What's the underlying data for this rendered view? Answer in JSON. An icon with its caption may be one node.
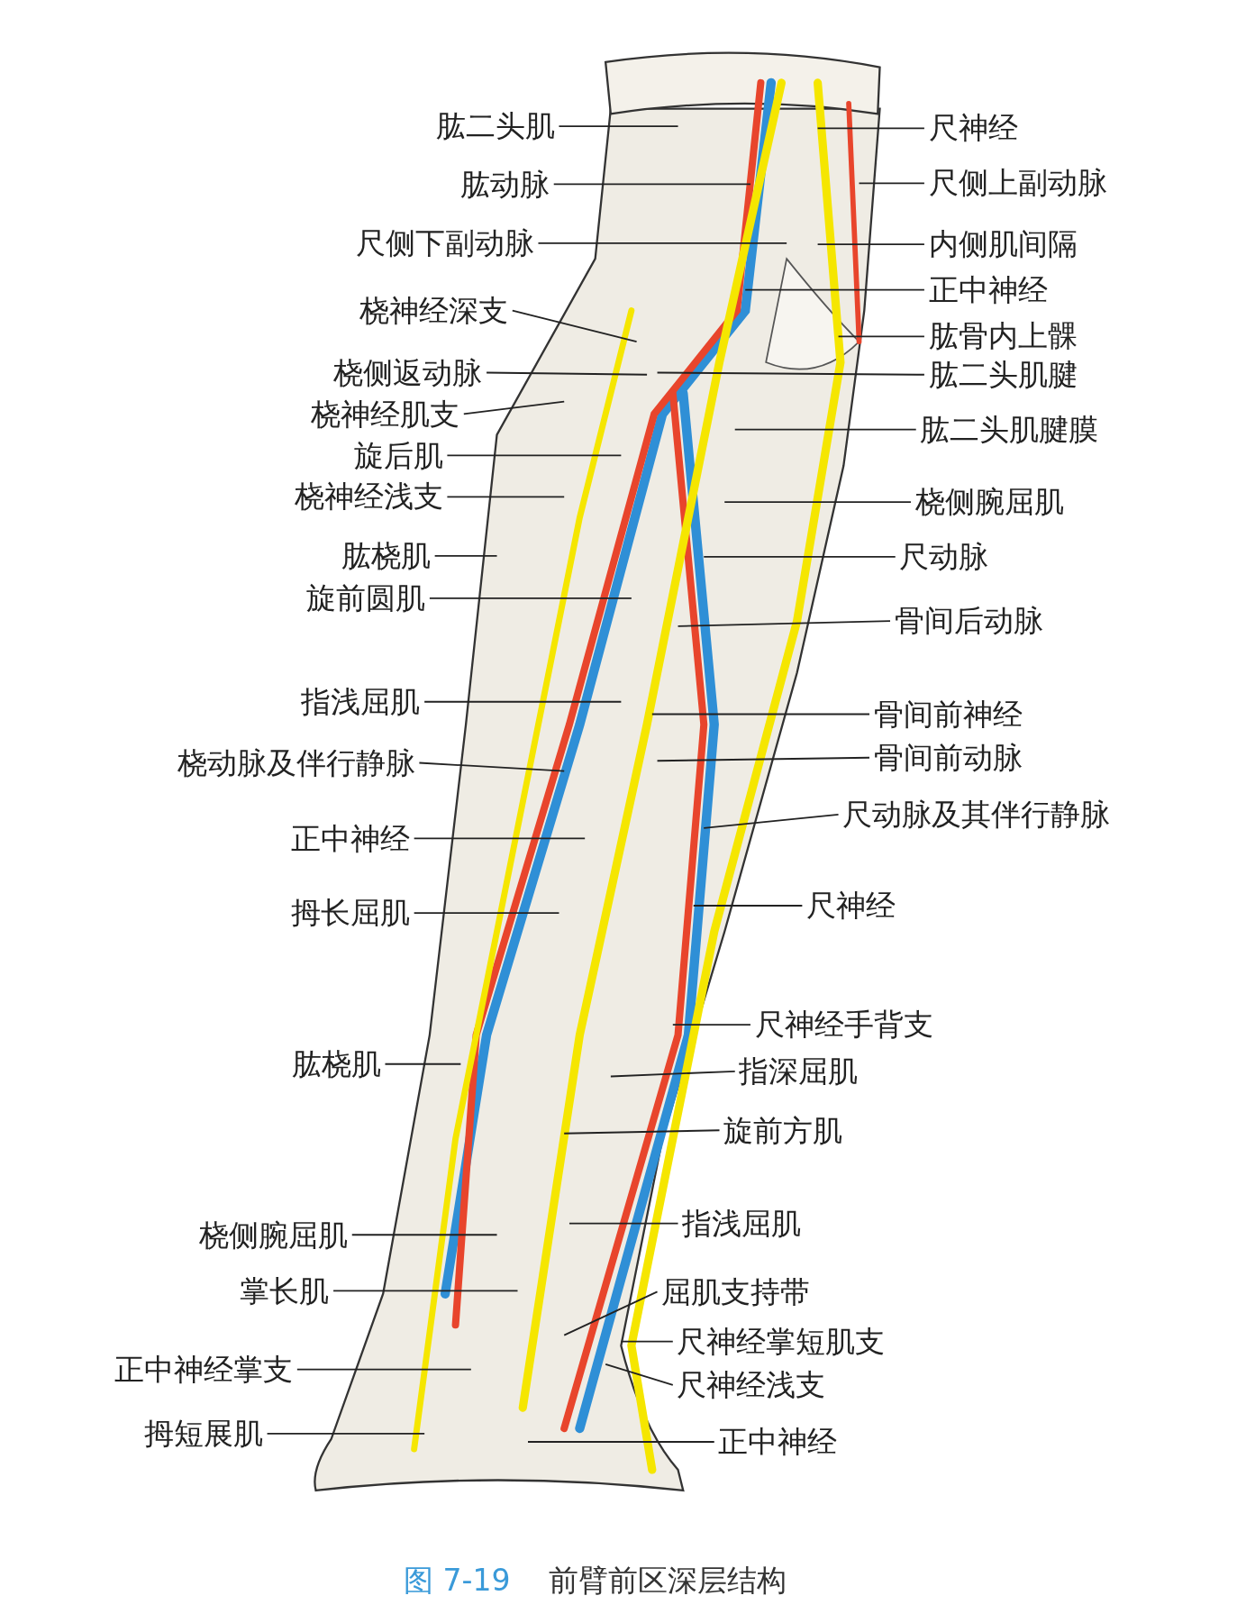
{
  "diagram": {
    "caption": "前臂前区深层结构",
    "nodes": [
      {
        "text": [
          "肱二头肌"
        ]
      },
      {
        "text": [
          "肱动脉"
        ]
      },
      {
        "text": [
          "尺侧下副动脉"
        ]
      },
      {
        "text": [
          "桡神经深支"
        ]
      },
      {
        "text": [
          "桡侧返动脉"
        ]
      },
      {
        "text": [
          "桡神经肌支"
        ]
      },
      {
        "text": [
          "旋后肌"
        ]
      },
      {
        "text": [
          "桡神经浅支"
        ]
      },
      {
        "text": [
          "肱桡肌"
        ]
      },
      {
        "text": [
          "旋前圆肌"
        ]
      },
      {
        "text": [
          "指浅屈肌"
        ]
      },
      {
        "text": [
          "桡动脉及伴行静脉"
        ]
      },
      {
        "text": [
          "正中神经"
        ]
      },
      {
        "text": [
          "拇长屈肌"
        ]
      },
      {
        "text": [
          "肱桡肌"
        ]
      },
      {
        "text": [
          "桡侧腕屈肌"
        ]
      },
      {
        "text": [
          "掌长肌"
        ]
      },
      {
        "text": [
          "正中神经掌支"
        ]
      },
      {
        "text": [
          "拇短展肌"
        ]
      },
      {
        "text": [
          "尺神经"
        ]
      },
      {
        "text": [
          "尺侧上副动脉"
        ]
      },
      {
        "text": [
          "内侧肌间隔"
        ]
      },
      {
        "text": [
          "正中神经"
        ]
      },
      {
        "text": [
          "肱骨内上髁"
        ]
      },
      {
        "text": [
          "肱二头肌腱"
        ]
      },
      {
        "text": [
          "肱二头肌腱膜"
        ]
      },
      {
        "text": [
          "桡侧腕屈肌"
        ]
      },
      {
        "text": [
          "尺动脉"
        ]
      },
      {
        "text": [
          "骨间后动脉"
        ]
      },
      {
        "text": [
          "骨间前神经"
        ]
      },
      {
        "text": [
          "骨间前动脉"
        ]
      },
      {
        "text": [
          "尺动脉及其伴行静脉"
        ]
      },
      {
        "text": [
          "尺神经"
        ]
      },
      {
        "text": [
          "尺神经手背支"
        ]
      },
      {
        "text": [
          "指深屈肌"
        ]
      },
      {
        "text": [
          "旋前方肌"
        ]
      },
      {
        "text": [
          "指浅屈肌"
        ]
      },
      {
        "text": [
          "屈肌支持带"
        ]
      },
      {
        "text": [
          "尺神经掌短肌支"
        ]
      },
      {
        "text": [
          "尺神经浅支"
        ]
      },
      {
        "text": [
          "正中神经"
        ]
      }
    ],
    "edges": [
      {
        "from": 0,
        "to": null,
        "arrow": "none"
      },
      {
        "from": 1,
        "to": null,
        "arrow": "none"
      },
      {
        "from": 2,
        "to": null,
        "arrow": "none"
      },
      {
        "from": 3,
        "to": null,
        "arrow": "none"
      },
      {
        "from": 4,
        "to": null,
        "arrow": "none"
      },
      {
        "from": 5,
        "to": null,
        "arrow": "none"
      },
      {
        "from": 6,
        "to": null,
        "arrow": "none"
      },
      {
        "from": 7,
        "to": null,
        "arrow": "none"
      },
      {
        "from": 8,
        "to": null,
        "arrow": "none"
      },
      {
        "from": 9,
        "to": null,
        "arrow": "none"
      },
      {
        "from": 10,
        "to": null,
        "arrow": "none"
      },
      {
        "from": 11,
        "to": null,
        "arrow": "none"
      },
      {
        "from": 12,
        "to": null,
        "arrow": "none"
      },
      {
        "from": 13,
        "to": null,
        "arrow": "none"
      },
      {
        "from": 14,
        "to": null,
        "arrow": "none"
      },
      {
        "from": 15,
        "to": null,
        "arrow": "none"
      },
      {
        "from": 16,
        "to": null,
        "arrow": "none"
      },
      {
        "from": 17,
        "to": null,
        "arrow": "none"
      },
      {
        "from": 18,
        "to": null,
        "arrow": "none"
      },
      {
        "from": 19,
        "to": null,
        "arrow": "none"
      },
      {
        "from": 20,
        "to": null,
        "arrow": "none"
      },
      {
        "from": 21,
        "to": null,
        "arrow": "none"
      },
      {
        "from": 22,
        "to": null,
        "arrow": "none"
      },
      {
        "from": 23,
        "to": null,
        "arrow": "none"
      },
      {
        "from": 24,
        "to": null,
        "arrow": "none"
      },
      {
        "from": 25,
        "to": null,
        "arrow": "none"
      },
      {
        "from": 26,
        "to": null,
        "arrow": "none"
      },
      {
        "from": 27,
        "to": null,
        "arrow": "none"
      },
      {
        "from": 28,
        "to": null,
        "arrow": "none"
      },
      {
        "from": 29,
        "to": null,
        "arrow": "none"
      },
      {
        "from": 30,
        "to": null,
        "arrow": "none"
      },
      {
        "from": 31,
        "to": null,
        "arrow": "none"
      },
      {
        "from": 32,
        "to": null,
        "arrow": "none"
      },
      {
        "from": 33,
        "to": null,
        "arrow": "none"
      },
      {
        "from": 34,
        "to": null,
        "arrow": "none"
      },
      {
        "from": 35,
        "to": null,
        "arrow": "none"
      },
      {
        "from": 36,
        "to": null,
        "arrow": "none"
      },
      {
        "from": 37,
        "to": null,
        "arrow": "none"
      },
      {
        "from": 38,
        "to": null,
        "arrow": "none"
      },
      {
        "from": 39,
        "to": null,
        "arrow": "none"
      },
      {
        "from": 40,
        "to": null,
        "arrow": "none"
      }
    ],
    "labels": [
      "图 7-19"
    ]
  }
}
